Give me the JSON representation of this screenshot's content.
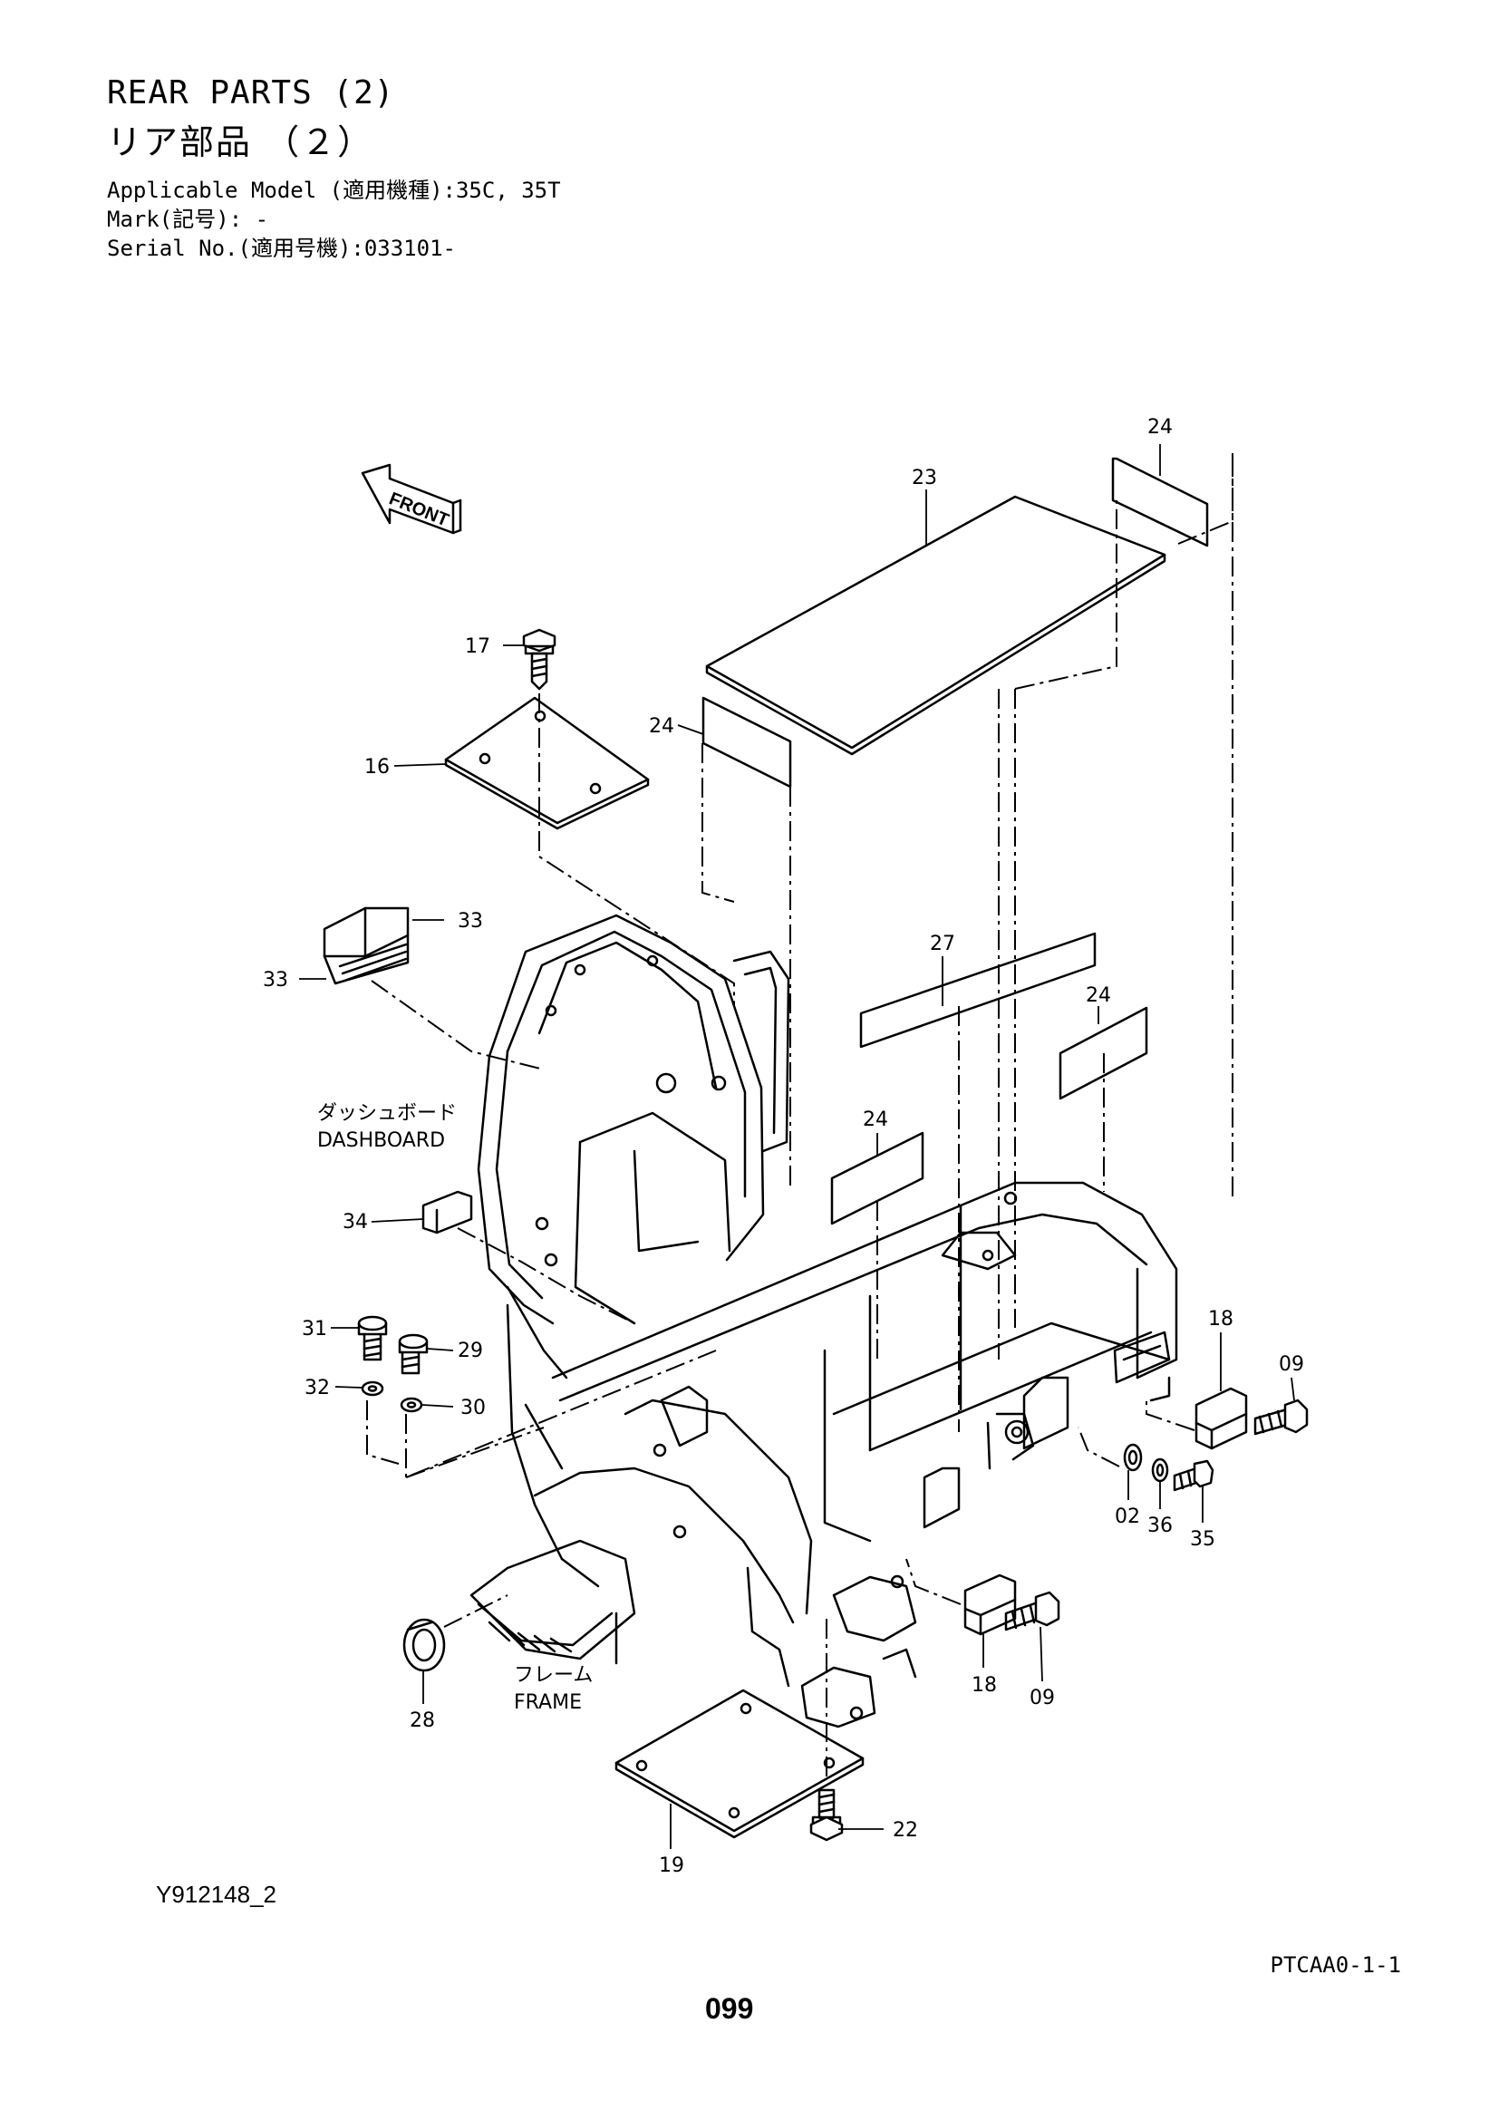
{
  "header": {
    "title_en": "REAR PARTS (2)",
    "title_ja": "リア部品  （２）",
    "applicable_model": "Applicable Model (適用機種):35C, 35T",
    "mark": "Mark(記号): -",
    "serial_no": "Serial No.(適用号機):033101-"
  },
  "diagram": {
    "front_label": "FRONT",
    "dashboard_ja": "ダッシュボード",
    "dashboard_en": "DASHBOARD",
    "frame_ja": "フレーム",
    "frame_en": "FRAME",
    "callouts": {
      "c24a": "24",
      "c23": "23",
      "c17": "17",
      "c24b": "24",
      "c16": "16",
      "c33a": "33",
      "c33b": "33",
      "c27": "27",
      "c24c": "24",
      "c24d": "24",
      "c34": "34",
      "c31": "31",
      "c29": "29",
      "c32": "32",
      "c30": "30",
      "c18a": "18",
      "c09a": "09",
      "c02": "02",
      "c36": "36",
      "c35": "35",
      "c18b": "18",
      "c09b": "09",
      "c28": "28",
      "c22": "22",
      "c19": "19"
    }
  },
  "footer": {
    "figure_id": "Y912148_2",
    "page_code": "PTCAA0-1-1",
    "page_number": "099"
  }
}
